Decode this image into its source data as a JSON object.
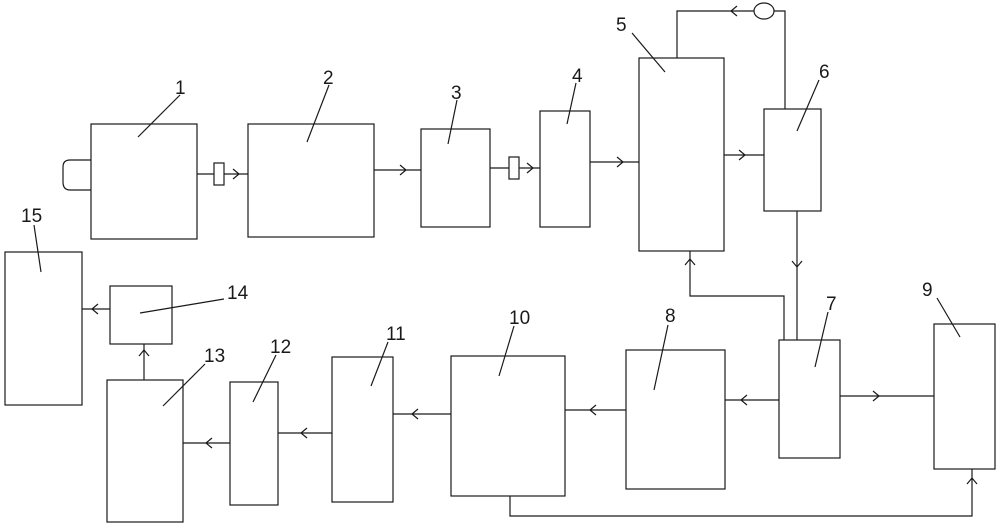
{
  "diagram": {
    "blocks": [
      {
        "id": "1",
        "label": "1"
      },
      {
        "id": "2",
        "label": "2"
      },
      {
        "id": "3",
        "label": "3"
      },
      {
        "id": "4",
        "label": "4"
      },
      {
        "id": "5",
        "label": "5"
      },
      {
        "id": "6",
        "label": "6"
      },
      {
        "id": "7",
        "label": "7"
      },
      {
        "id": "8",
        "label": "8"
      },
      {
        "id": "9",
        "label": "9"
      },
      {
        "id": "10",
        "label": "10"
      },
      {
        "id": "11",
        "label": "11"
      },
      {
        "id": "12",
        "label": "12"
      },
      {
        "id": "13",
        "label": "13"
      },
      {
        "id": "14",
        "label": "14"
      },
      {
        "id": "15",
        "label": "15"
      }
    ],
    "connections": [
      {
        "from": "1",
        "to": "2",
        "valve": true
      },
      {
        "from": "2",
        "to": "3"
      },
      {
        "from": "3",
        "to": "4",
        "valve": true
      },
      {
        "from": "4",
        "to": "5"
      },
      {
        "from": "5",
        "to": "6"
      },
      {
        "from": "6",
        "to": "5",
        "pump": true
      },
      {
        "from": "6",
        "to": "7"
      },
      {
        "from": "7",
        "to": "5"
      },
      {
        "from": "7",
        "to": "8"
      },
      {
        "from": "7",
        "to": "9"
      },
      {
        "from": "10",
        "to": "9"
      },
      {
        "from": "8",
        "to": "10"
      },
      {
        "from": "10",
        "to": "11"
      },
      {
        "from": "11",
        "to": "12"
      },
      {
        "from": "12",
        "to": "13"
      },
      {
        "from": "13",
        "to": "14"
      },
      {
        "from": "14",
        "to": "15"
      }
    ]
  }
}
